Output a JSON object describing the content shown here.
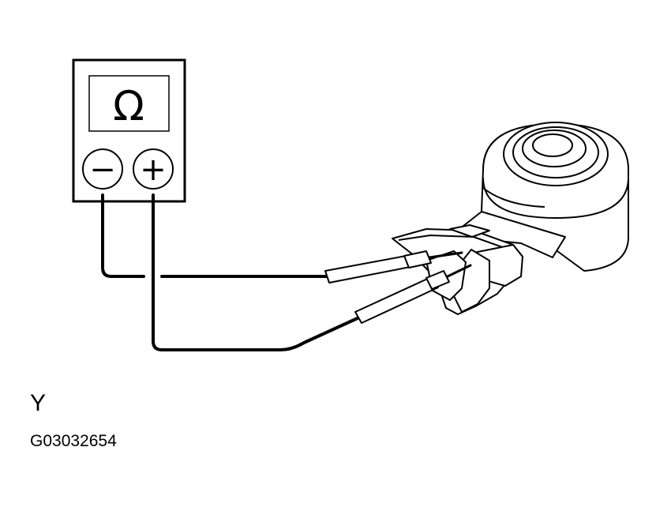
{
  "meter": {
    "display_symbol": "Ω",
    "negative_terminal_symbol": "−",
    "positive_terminal_symbol": "+"
  },
  "labels": {
    "marker": "Y",
    "figure_code": "G03032654"
  }
}
